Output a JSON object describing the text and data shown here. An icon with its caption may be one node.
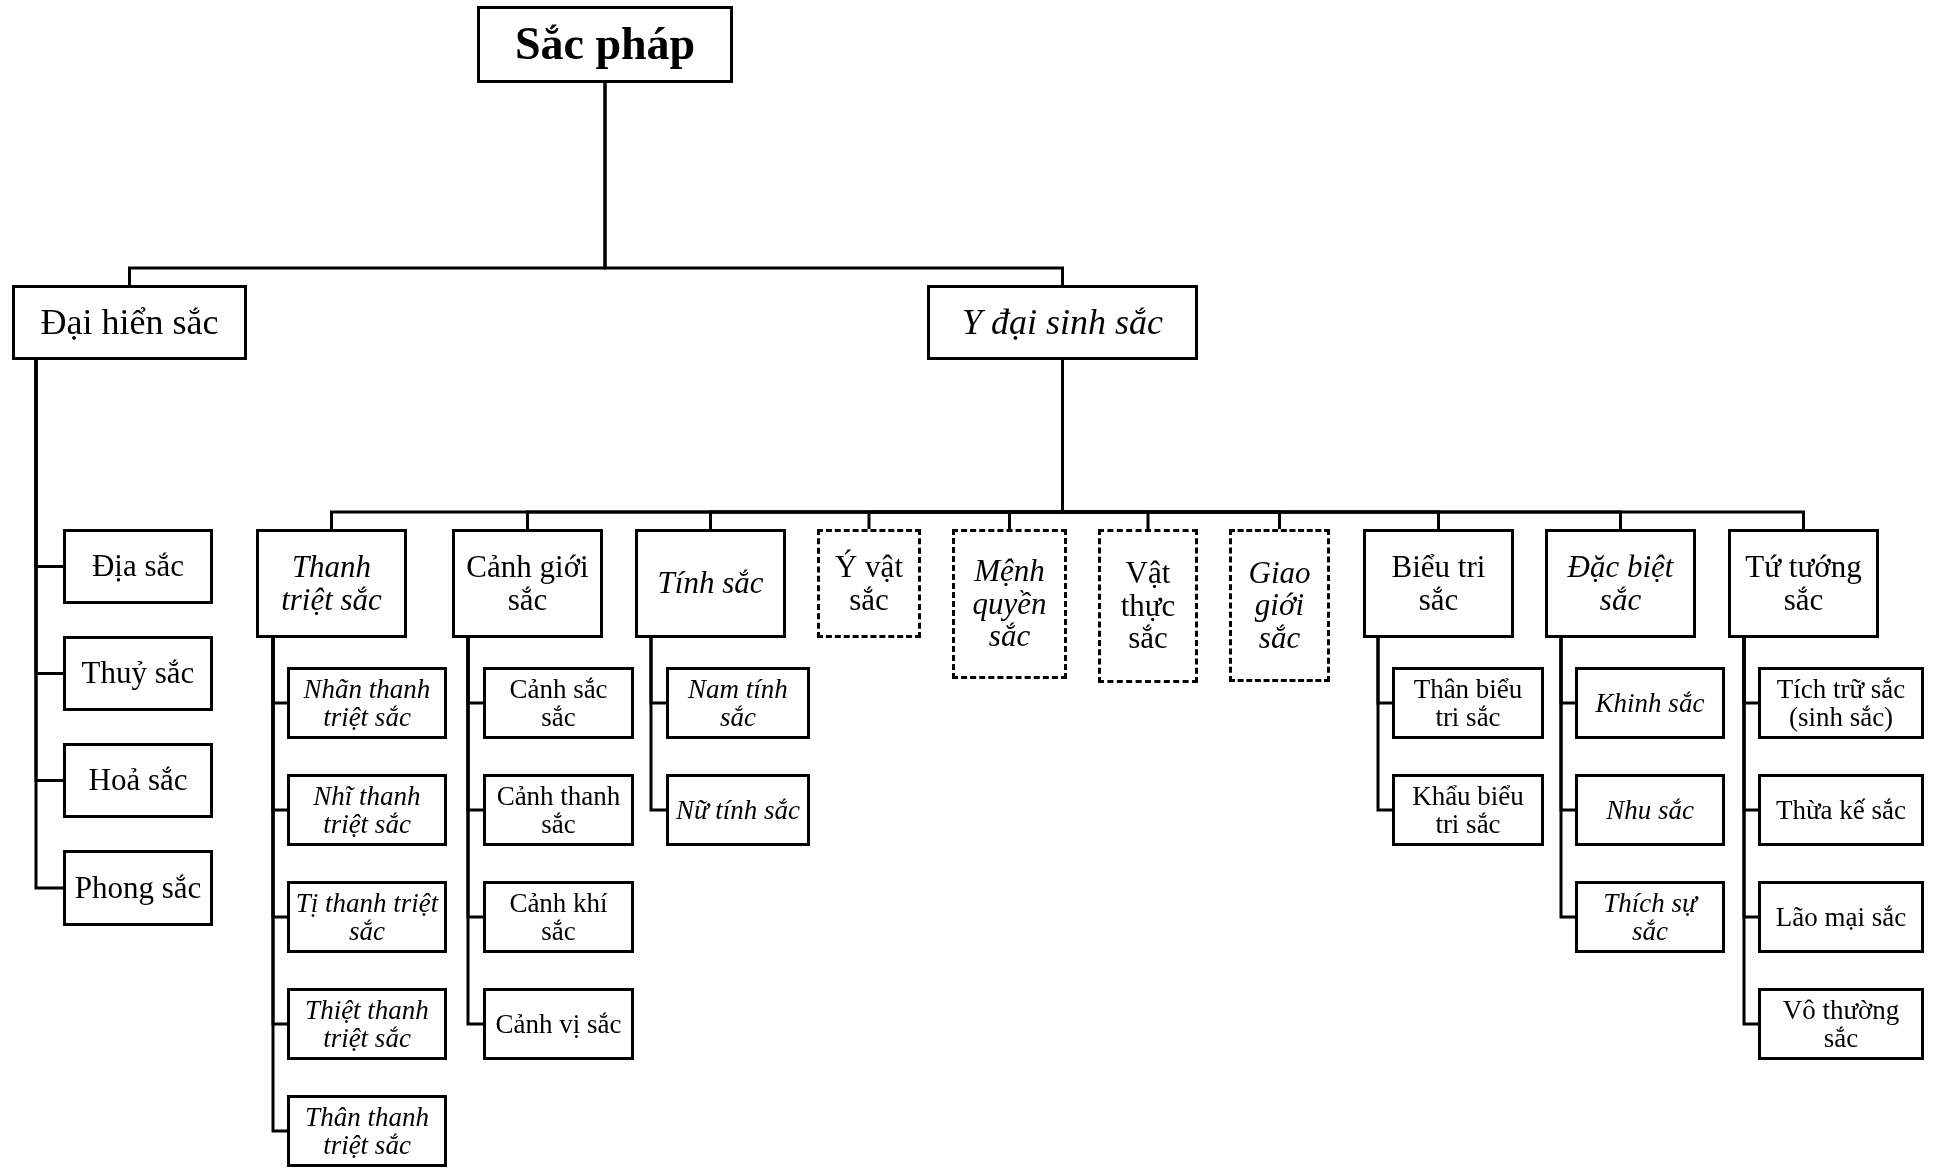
{
  "diagram": {
    "nodes": [
      {
        "text": [
          "Sắc pháp"
        ]
      },
      {
        "text": [
          "Đại hiển sắc"
        ]
      },
      {
        "text": [
          "Y đại sinh sắc"
        ]
      },
      {
        "text": [
          "Địa sắc"
        ]
      },
      {
        "text": [
          "Thuỷ sắc"
        ]
      },
      {
        "text": [
          "Hoả sắc"
        ]
      },
      {
        "text": [
          "Phong sắc"
        ]
      },
      {
        "text": [
          "Thanh triệt sắc"
        ]
      },
      {
        "text": [
          "Cảnh giới sắc"
        ]
      },
      {
        "text": [
          "Tính sắc"
        ]
      },
      {
        "text": [
          "Ý vật sắc"
        ]
      },
      {
        "text": [
          "Mệnh quyền sắc"
        ]
      },
      {
        "text": [
          "Vật thực sắc"
        ]
      },
      {
        "text": [
          "Giao giới sắc"
        ]
      },
      {
        "text": [
          "Biểu tri sắc"
        ]
      },
      {
        "text": [
          "Đặc biệt sắc"
        ]
      },
      {
        "text": [
          "Tứ tướng sắc"
        ]
      },
      {
        "text": [
          "Nhãn thanh triệt sắc"
        ]
      },
      {
        "text": [
          "Nhĩ thanh triệt sắc"
        ]
      },
      {
        "text": [
          "Tị thanh triệt sắc"
        ]
      },
      {
        "text": [
          "Thiệt thanh triệt sắc"
        ]
      },
      {
        "text": [
          "Thân thanh triệt sắc"
        ]
      },
      {
        "text": [
          "Cảnh sắc sắc"
        ]
      },
      {
        "text": [
          "Cảnh thanh sắc"
        ]
      },
      {
        "text": [
          "Cảnh khí sắc"
        ]
      },
      {
        "text": [
          "Cảnh vị sắc"
        ]
      },
      {
        "text": [
          "Nam tính sắc"
        ]
      },
      {
        "text": [
          "Nữ tính sắc"
        ]
      },
      {
        "text": [
          "Thân biểu tri sắc"
        ]
      },
      {
        "text": [
          "Khẩu biểu tri sắc"
        ]
      },
      {
        "text": [
          "Khinh sắc"
        ]
      },
      {
        "text": [
          "Nhu sắc"
        ]
      },
      {
        "text": [
          "Thích sự sắc"
        ]
      },
      {
        "text": [
          "Tích trữ sắc (sinh sắc)"
        ]
      },
      {
        "text": [
          "Thừa kế sắc"
        ]
      },
      {
        "text": [
          "Lão mại sắc"
        ]
      },
      {
        "text": [
          "Vô thường sắc"
        ]
      }
    ],
    "edges": [
      {
        "from": 0,
        "to": 1,
        "arrow": "none"
      },
      {
        "from": 0,
        "to": 2,
        "arrow": "none"
      },
      {
        "from": 1,
        "to": 3,
        "arrow": "none"
      },
      {
        "from": 1,
        "to": 4,
        "arrow": "none"
      },
      {
        "from": 1,
        "to": 5,
        "arrow": "none"
      },
      {
        "from": 1,
        "to": 6,
        "arrow": "none"
      },
      {
        "from": 2,
        "to": 7,
        "arrow": "none"
      },
      {
        "from": 2,
        "to": 8,
        "arrow": "none"
      },
      {
        "from": 2,
        "to": 9,
        "arrow": "none"
      },
      {
        "from": 2,
        "to": 10,
        "arrow": "none"
      },
      {
        "from": 2,
        "to": 11,
        "arrow": "none"
      },
      {
        "from": 2,
        "to": 12,
        "arrow": "none"
      },
      {
        "from": 2,
        "to": 13,
        "arrow": "none"
      },
      {
        "from": 2,
        "to": 14,
        "arrow": "none"
      },
      {
        "from": 2,
        "to": 15,
        "arrow": "none"
      },
      {
        "from": 2,
        "to": 16,
        "arrow": "none"
      },
      {
        "from": 7,
        "to": 17,
        "arrow": "none"
      },
      {
        "from": 7,
        "to": 18,
        "arrow": "none"
      },
      {
        "from": 7,
        "to": 19,
        "arrow": "none"
      },
      {
        "from": 7,
        "to": 20,
        "arrow": "none"
      },
      {
        "from": 7,
        "to": 21,
        "arrow": "none"
      },
      {
        "from": 8,
        "to": 22,
        "arrow": "none"
      },
      {
        "from": 8,
        "to": 23,
        "arrow": "none"
      },
      {
        "from": 8,
        "to": 24,
        "arrow": "none"
      },
      {
        "from": 8,
        "to": 25,
        "arrow": "none"
      },
      {
        "from": 9,
        "to": 26,
        "arrow": "none"
      },
      {
        "from": 9,
        "to": 27,
        "arrow": "none"
      },
      {
        "from": 14,
        "to": 28,
        "arrow": "none"
      },
      {
        "from": 14,
        "to": 29,
        "arrow": "none"
      },
      {
        "from": 15,
        "to": 30,
        "arrow": "none"
      },
      {
        "from": 15,
        "to": 31,
        "arrow": "none"
      },
      {
        "from": 15,
        "to": 32,
        "arrow": "none"
      },
      {
        "from": 16,
        "to": 33,
        "arrow": "none"
      },
      {
        "from": 16,
        "to": 34,
        "arrow": "none"
      },
      {
        "from": 16,
        "to": 35,
        "arrow": "none"
      },
      {
        "from": 16,
        "to": 36,
        "arrow": "none"
      }
    ]
  }
}
